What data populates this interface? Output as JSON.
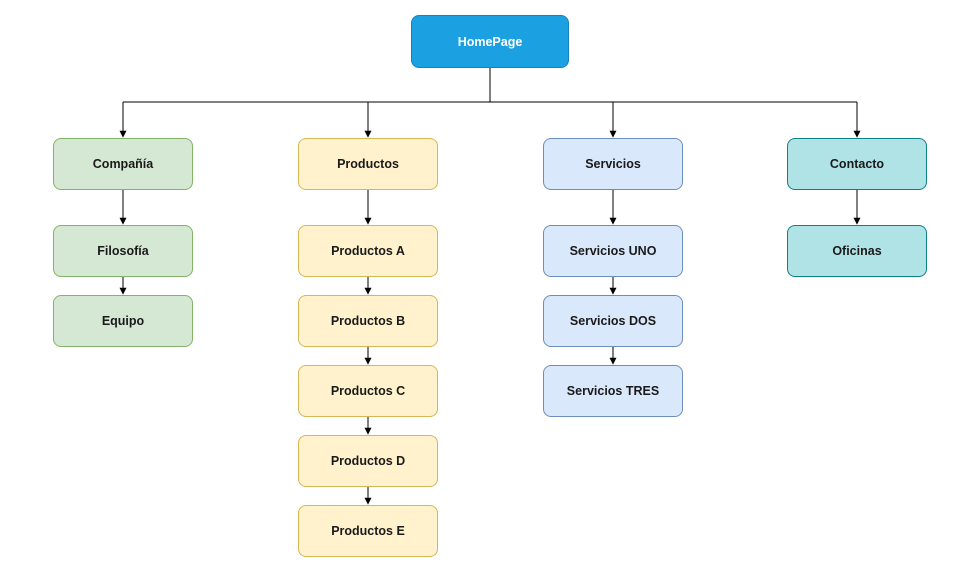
{
  "colors": {
    "root_fill": "#1ba1e2",
    "root_border": "#1a7fc0",
    "root_text": "#ffffff",
    "green_fill": "#d5e8d4",
    "green_border": "#82b366",
    "yellow_fill": "#fff2cc",
    "yellow_border": "#d6b656",
    "blue_fill": "#dae8fc",
    "blue_border": "#6c8ebf",
    "teal_fill": "#b0e3e6",
    "teal_border": "#0e8088",
    "line": "#000000"
  },
  "root": {
    "label": "HomePage"
  },
  "branches": [
    {
      "label": "Compañía",
      "theme": "green",
      "children": [
        "Filosofía",
        "Equipo"
      ]
    },
    {
      "label": "Productos",
      "theme": "yellow",
      "children": [
        "Productos A",
        "Productos B",
        "Productos C",
        "Productos D",
        "Productos E"
      ]
    },
    {
      "label": "Servicios",
      "theme": "blue",
      "children": [
        "Servicios UNO",
        "Servicios DOS",
        "Servicios TRES"
      ]
    },
    {
      "label": "Contacto",
      "theme": "teal",
      "children": [
        "Oficinas"
      ]
    }
  ]
}
